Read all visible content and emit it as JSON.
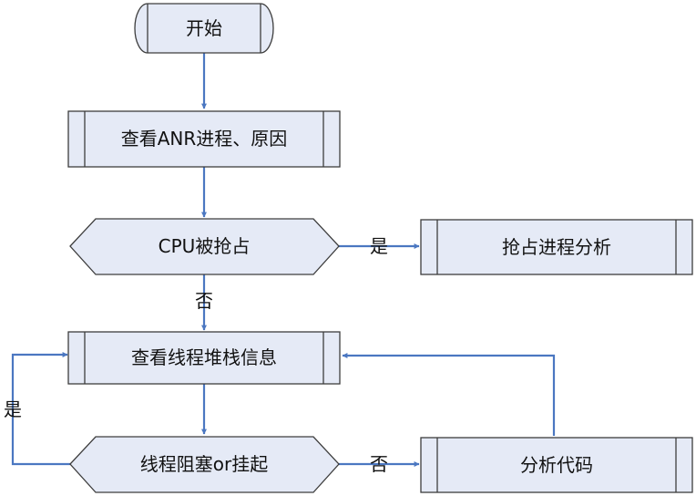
{
  "nodes": {
    "start": "开始",
    "view_anr": "查看ANR进程、原因",
    "cpu_check": "CPU被抢占",
    "preempt_analysis": "抢占进程分析",
    "view_stack": "查看线程堆栈信息",
    "block_check": "线程阻塞or挂起",
    "analyze_code": "分析代码"
  },
  "edges": {
    "cpu_yes": "是",
    "cpu_no": "否",
    "block_yes": "是",
    "block_no": "否"
  },
  "colors": {
    "shape_fill": "#e5eaf6",
    "shape_stroke": "#3d3d3d",
    "connector": "#4b77c1"
  }
}
